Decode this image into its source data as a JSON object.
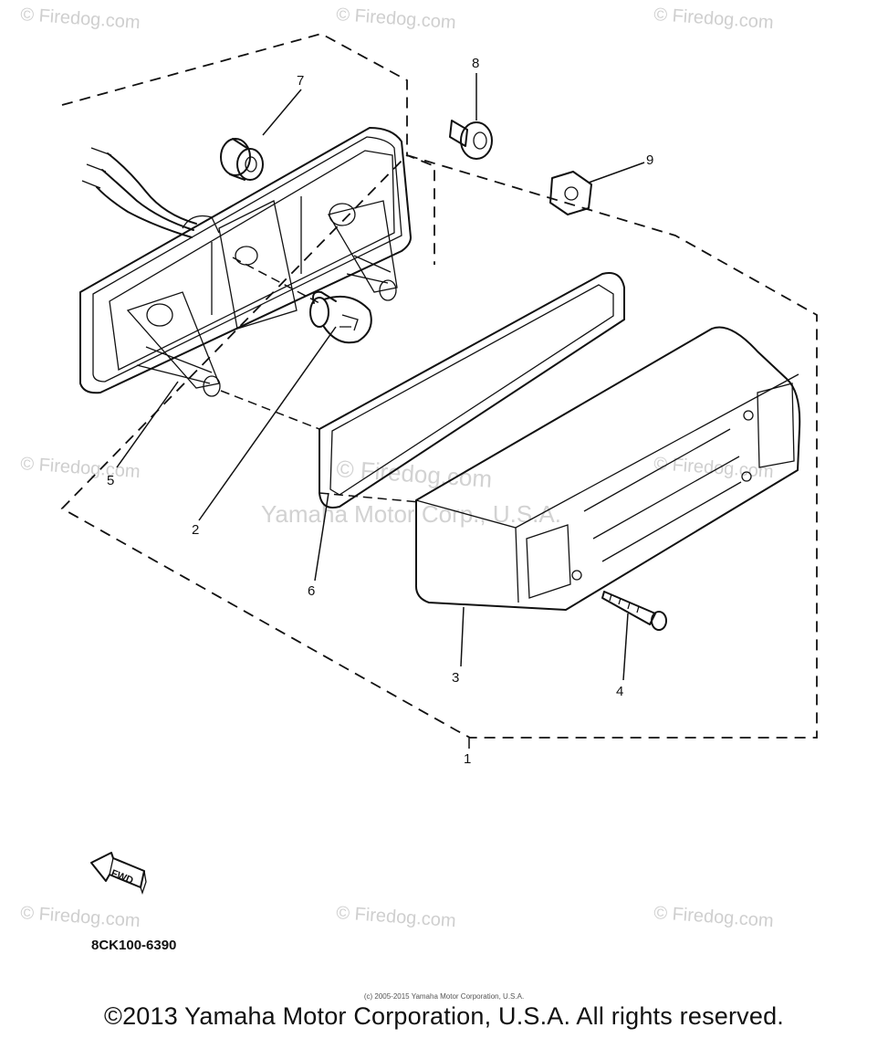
{
  "watermarks": {
    "tile": "© Firedog.com",
    "center_1": "© Firedog.com",
    "center_2": "Yamaha Motor Corp., U.S.A."
  },
  "callouts": [
    "1",
    "2",
    "3",
    "4",
    "5",
    "6",
    "7",
    "8",
    "9"
  ],
  "fwd_label": "FWD",
  "diagram_code": "8CK100-6390",
  "small_copyright": "(c) 2005-2015 Yamaha Motor Corporation, U.S.A.",
  "footer": "©2013 Yamaha Motor Corporation, U.S.A. All rights reserved.",
  "colors": {
    "ink": "#111111",
    "watermark": "#cfcfcf",
    "background": "#ffffff"
  }
}
